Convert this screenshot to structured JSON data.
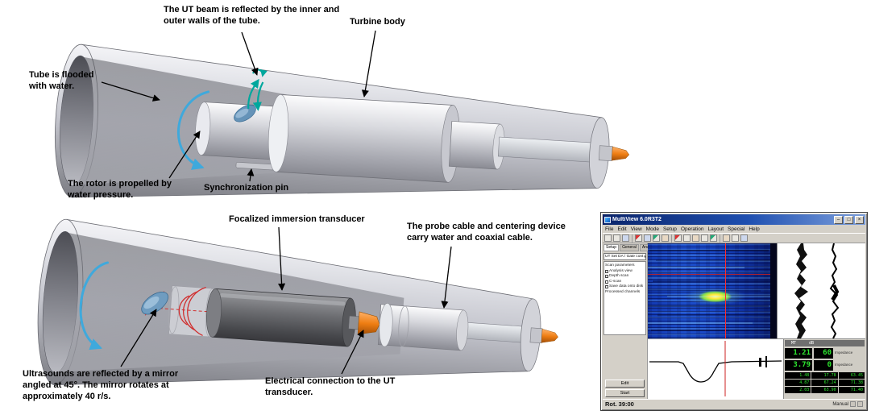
{
  "labels": {
    "ut_beam": "The UT beam is reflected by the inner and\nouter walls of the tube.",
    "turbine_body": "Turbine body",
    "tube_flooded": "Tube is flooded\nwith water.",
    "rotor_propelled": "The rotor is propelled by\nwater pressure.",
    "sync_pin": "Synchronization pin",
    "transducer": "Focalized immersion transducer",
    "probe_cable": "The probe cable and centering device\ncarry water and coaxial cable.",
    "ultrasounds": "Ultrasounds are reflected by a mirror\nangled at 45°. The mirror rotates at\napproximately 40 r/s.",
    "electrical": "Electrical connection to the UT\ntransducer."
  },
  "colors": {
    "beam_teal": "#00a79d",
    "rotation_blue": "#3fa9dc",
    "ultrasound_red": "#d02f2f",
    "connector_orange": "#e87817",
    "lcd_green": "#2ee830"
  },
  "software": {
    "title": "MultiView 6.0R3T2",
    "window_buttons": {
      "minimize": "–",
      "maximize": "□",
      "close": "×"
    },
    "menus": [
      "File",
      "Edit",
      "View",
      "Mode",
      "Setup",
      "Operation",
      "Layout",
      "Special",
      "Help"
    ],
    "panel": {
      "tabs": [
        "Setup",
        "General",
        "Analysis"
      ],
      "combo": "UT Set DA / Gate cont",
      "tree": [
        "Scan parameters",
        "Analysis view",
        "Depth scan",
        "C-scan",
        "Save data onto disk",
        "Processed channels"
      ],
      "edit_button": "Edit",
      "start_button": "Start"
    },
    "readouts": {
      "headers": [
        "MT",
        "dB"
      ],
      "rows": [
        {
          "a": "1.21",
          "b": "60",
          "label": "Impedance"
        },
        {
          "a": "3.79",
          "b": "0",
          "label": "Impedance"
        }
      ],
      "grid": [
        [
          "1.48",
          "17.78",
          "63.45"
        ],
        [
          "4.87",
          "67.24",
          "71.38"
        ],
        [
          "2.03",
          "63.90",
          "71.40"
        ]
      ]
    },
    "status": {
      "left": "Rot. 39:00",
      "right": "Manual"
    }
  }
}
